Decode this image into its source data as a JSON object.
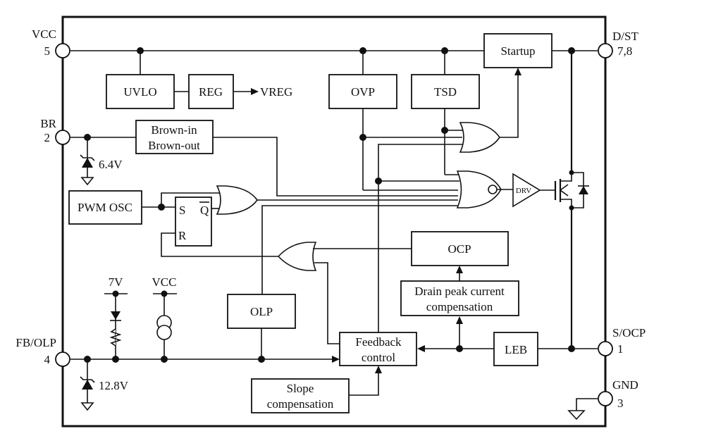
{
  "pins": {
    "vcc": {
      "name": "VCC",
      "number": "5"
    },
    "br": {
      "name": "BR",
      "number": "2"
    },
    "fb_olp": {
      "name": "FB/OLP",
      "number": "4"
    },
    "d_st": {
      "name": "D/ST",
      "number": "7,8"
    },
    "s_ocp": {
      "name": "S/OCP",
      "number": "1"
    },
    "gnd": {
      "name": "GND",
      "number": "3"
    }
  },
  "blocks": {
    "uvlo": "UVLO",
    "reg": "REG",
    "vreg_out": "VREG",
    "ovp": "OVP",
    "tsd": "TSD",
    "startup": "Startup",
    "brown_line1": "Brown-in",
    "brown_line2": "Brown-out",
    "pwm_osc": "PWM OSC",
    "ff_s": "S",
    "ff_q": "Q",
    "ff_r": "R",
    "ocp": "OCP",
    "drain_line1": "Drain peak current",
    "drain_line2": "compensation",
    "olp": "OLP",
    "feedback_line1": "Feedback",
    "feedback_line2": "control",
    "slope_line1": "Slope",
    "slope_line2": "compensation",
    "leb": "LEB",
    "drv": "DRV"
  },
  "components": {
    "zener_br": "6.4V",
    "zener_fb": "12.8V",
    "ref_7v": "7V",
    "ref_vcc": "VCC"
  }
}
